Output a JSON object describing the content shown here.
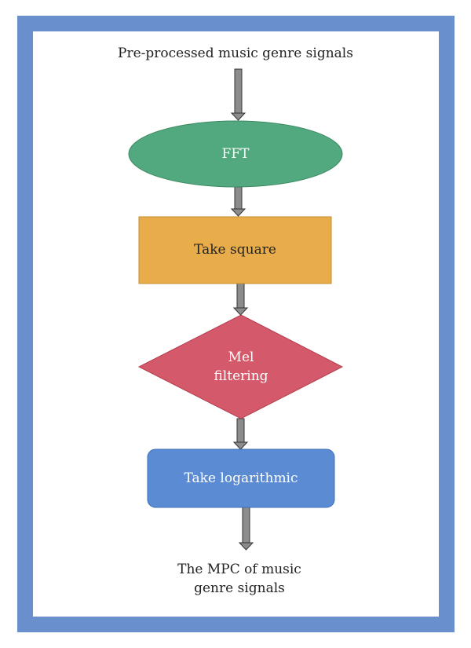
{
  "diagram": {
    "input_label": "Pre-processed music genre signals",
    "output_label": "The MPC of music\ngenre signals",
    "steps": [
      {
        "label": "FFT",
        "shape": "ellipse",
        "color": "#52a97f"
      },
      {
        "label": "Take square",
        "shape": "rectangle",
        "color": "#e8ad4a"
      },
      {
        "label": "Mel\nfiltering",
        "shape": "diamond",
        "color": "#d4596a"
      },
      {
        "label": "Take logarithmic",
        "shape": "rounded-rectangle",
        "color": "#5b8bd2"
      }
    ],
    "colors": {
      "frame": "#6990cc",
      "arrow": "#8c8c8c"
    }
  }
}
